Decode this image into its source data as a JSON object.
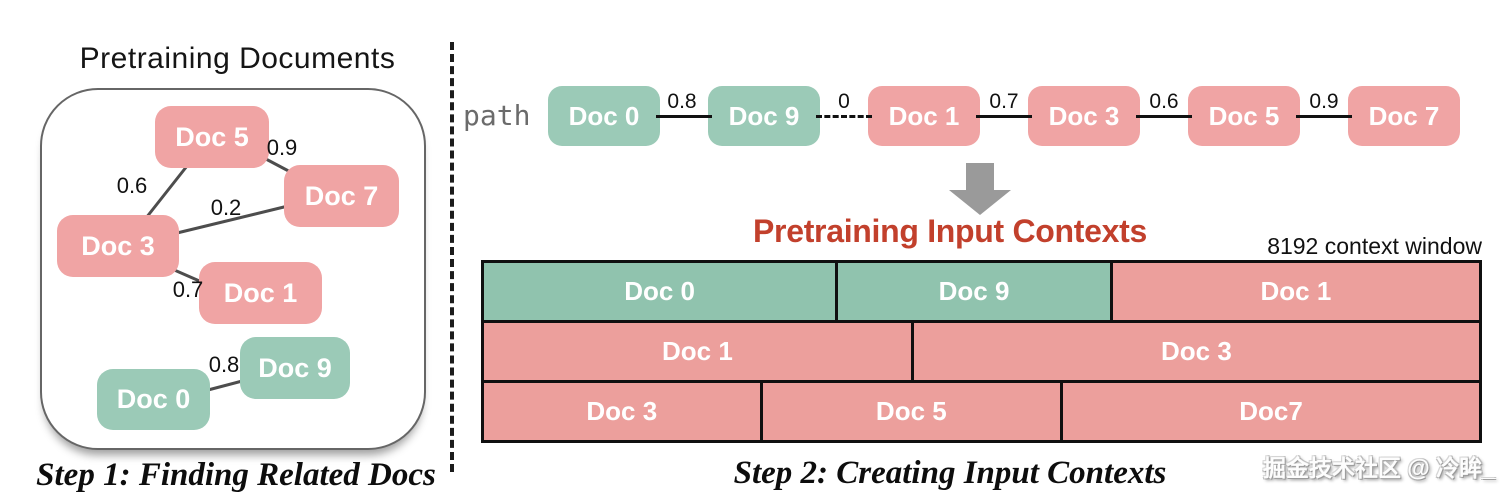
{
  "step1": {
    "title": "Pretraining Documents",
    "caption": "Step 1: Finding Related Docs",
    "nodes": [
      {
        "label": "Doc 5",
        "color": "pink"
      },
      {
        "label": "Doc 7",
        "color": "pink"
      },
      {
        "label": "Doc 3",
        "color": "pink"
      },
      {
        "label": "Doc 1",
        "color": "pink"
      },
      {
        "label": "Doc 9",
        "color": "teal"
      },
      {
        "label": "Doc 0",
        "color": "teal"
      }
    ],
    "edges": [
      {
        "from": "Doc 5",
        "to": "Doc 3",
        "weight": "0.6"
      },
      {
        "from": "Doc 5",
        "to": "Doc 7",
        "weight": "0.9"
      },
      {
        "from": "Doc 3",
        "to": "Doc 7",
        "weight": "0.2"
      },
      {
        "from": "Doc 3",
        "to": "Doc 1",
        "weight": "0.7"
      },
      {
        "from": "Doc 0",
        "to": "Doc 9",
        "weight": "0.8"
      }
    ]
  },
  "step2": {
    "path_label": "path",
    "caption": "Step 2: Creating Input Contexts",
    "contexts_title": "Pretraining Input Contexts",
    "context_window": "8192 context window",
    "path_nodes": [
      {
        "label": "Doc 0",
        "color": "teal"
      },
      {
        "label": "Doc 9",
        "color": "teal"
      },
      {
        "label": "Doc 1",
        "color": "pink"
      },
      {
        "label": "Doc 3",
        "color": "pink"
      },
      {
        "label": "Doc 5",
        "color": "pink"
      },
      {
        "label": "Doc 7",
        "color": "pink"
      }
    ],
    "path_links": [
      {
        "weight": "0.8",
        "style": "solid"
      },
      {
        "weight": "0",
        "style": "dashed"
      },
      {
        "weight": "0.7",
        "style": "solid"
      },
      {
        "weight": "0.6",
        "style": "solid"
      },
      {
        "weight": "0.9",
        "style": "solid"
      }
    ],
    "context_rows": [
      {
        "cells": [
          {
            "label": "Doc 0",
            "color": "teal",
            "width_pct": 35.6
          },
          {
            "label": "Doc 9",
            "color": "teal",
            "width_pct": 27.6
          },
          {
            "label": "Doc 1",
            "color": "pink",
            "width_pct": 36.8
          }
        ]
      },
      {
        "cells": [
          {
            "label": "Doc 1",
            "color": "pink",
            "width_pct": 43.2
          },
          {
            "label": "Doc 3",
            "color": "pink",
            "width_pct": 56.8
          }
        ]
      },
      {
        "cells": [
          {
            "label": "Doc 3",
            "color": "pink",
            "width_pct": 28.0
          },
          {
            "label": "Doc 5",
            "color": "pink",
            "width_pct": 30.2
          },
          {
            "label": "Doc7",
            "color": "pink",
            "width_pct": 41.8
          }
        ]
      }
    ]
  },
  "watermark": "掘金技术社区 @ 冷眸_",
  "colors": {
    "pink": "#f0a4a4",
    "teal": "#9bcab7",
    "table_pink": "#ec9f9c",
    "table_teal": "#90c3ae",
    "title_red": "#c2402c",
    "arrow_gray": "#9a9a9a"
  }
}
